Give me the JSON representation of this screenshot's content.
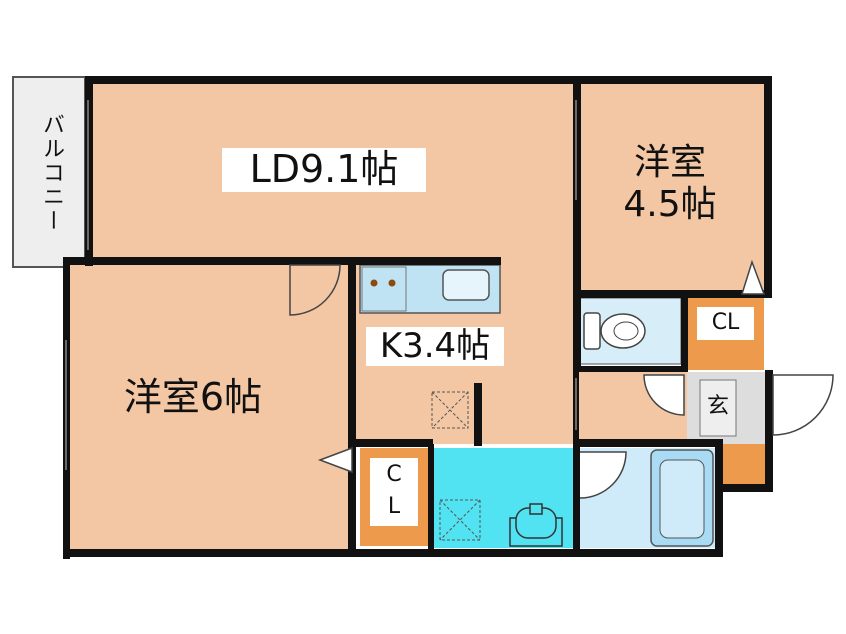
{
  "rooms": {
    "balcony": "バルコニー",
    "ld": "LD9.1帖",
    "western_small_line1": "洋室",
    "western_small_line2": "4.5帖",
    "kitchen": "K3.4帖",
    "western_large": "洋室6帖",
    "closet_upper": "CL",
    "closet_lower_c": "C",
    "closet_lower_l": "L",
    "entrance": "玄"
  },
  "colors": {
    "room_fill": "#f3c7a4",
    "closet_fill": "#ee9a4d",
    "kitchen_fill": "#bfe3f3",
    "washroom_fill": "#52e3f2",
    "bath_fill": "#cfeaf8",
    "balcony_fill": "#eeeeee",
    "wall": "#111111"
  },
  "icons": [
    "stove-icon",
    "sink-icon",
    "toilet-icon",
    "washbasin-icon",
    "bathtub-icon",
    "washer-pan-icon",
    "storage-hatch-icon",
    "door-swing-icon"
  ]
}
